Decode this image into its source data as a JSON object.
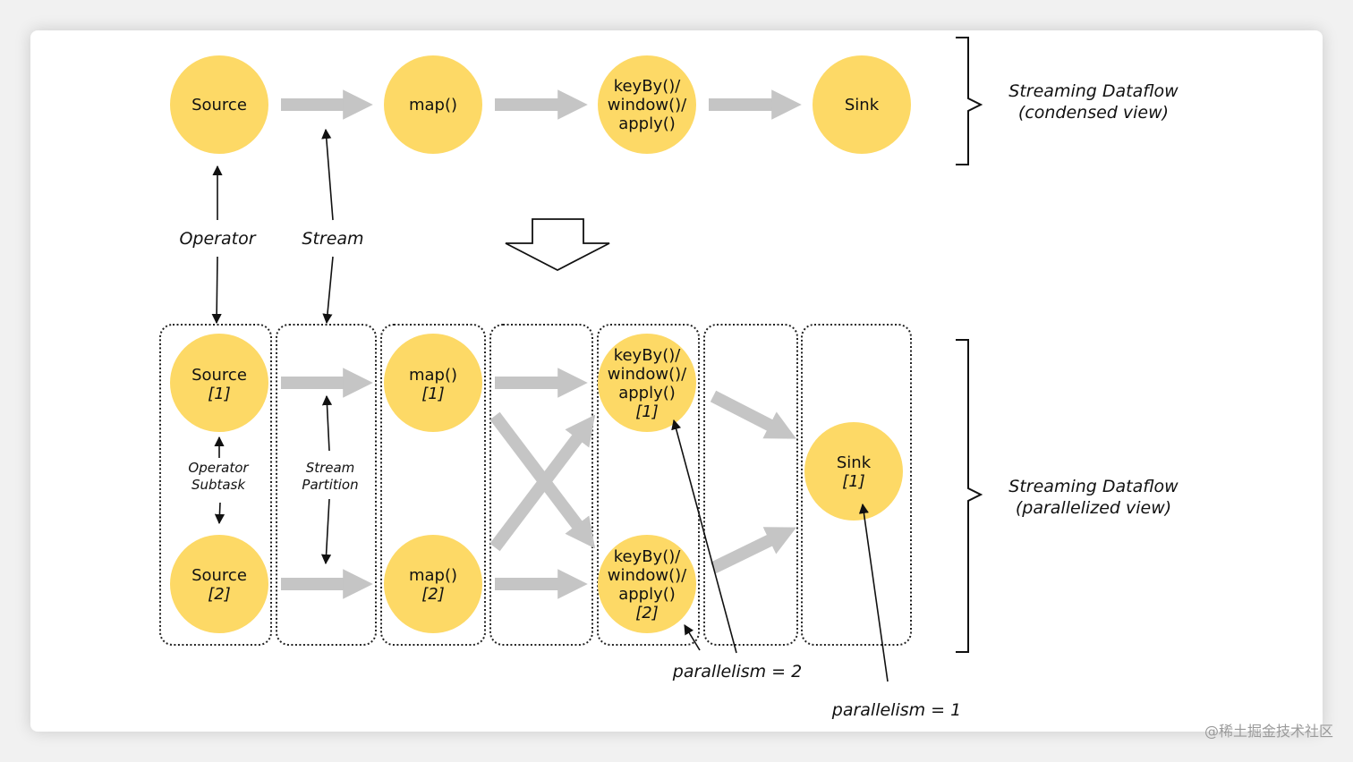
{
  "colors": {
    "node": "#FDD966",
    "arrow": "#C5C5C5",
    "line": "#111111"
  },
  "condensed": {
    "nodes": [
      "Source",
      "map()",
      "keyBy()/",
      "window()/",
      "apply()",
      "Sink"
    ],
    "label_operator": "Operator",
    "label_stream": "Stream",
    "view_title": "Streaming Dataflow",
    "view_subtitle": "(condensed view)"
  },
  "parallel": {
    "source": "Source",
    "map": "map()",
    "keyby": "keyBy()/",
    "window": "window()/",
    "apply": "apply()",
    "sink": "Sink",
    "idx1": "[1]",
    "idx2": "[2]",
    "op_subtask_1": "Operator",
    "op_subtask_2": "Subtask",
    "stream_part_1": "Stream",
    "stream_part_2": "Partition",
    "view_title": "Streaming Dataflow",
    "view_subtitle": "(parallelized view)",
    "parallelism_2": "parallelism = 2",
    "parallelism_1": "parallelism = 1"
  },
  "watermark": "@稀土掘金技术社区"
}
